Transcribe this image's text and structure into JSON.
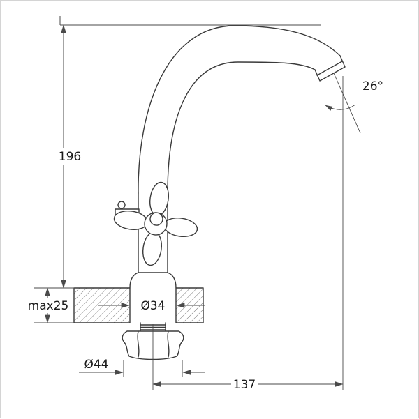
{
  "drawing": {
    "type": "faucet-installation-technical-drawing",
    "labels": {
      "height": "196",
      "angle": "26°",
      "mount_thickness": "max25",
      "hole_diameter": "Ø34",
      "nut_diameter": "Ø44",
      "reach": "137"
    },
    "colors": {
      "ink": "#3a3a3a",
      "background": "#ffffff"
    }
  }
}
